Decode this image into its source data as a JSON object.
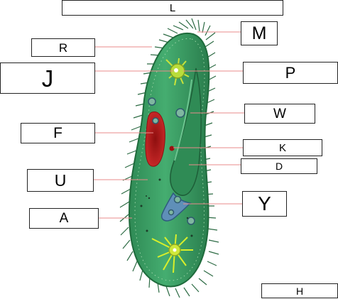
{
  "labels": {
    "L": "L",
    "R": "R",
    "M": "M",
    "J": "J",
    "P": "P",
    "W": "W",
    "F": "F",
    "K": "K",
    "D": "D",
    "U": "U",
    "Y": "Y",
    "A": "A",
    "H": "H"
  },
  "colors": {
    "cell_fill": "#3a9d63",
    "cell_edge": "#1f6b3c",
    "cilia": "#2d6b44",
    "macronucleus": "#b51a1a",
    "vacuole": "#7fb7a0",
    "leader_line": "#e88b8b",
    "star_vacuole": "#d9ef2a"
  }
}
